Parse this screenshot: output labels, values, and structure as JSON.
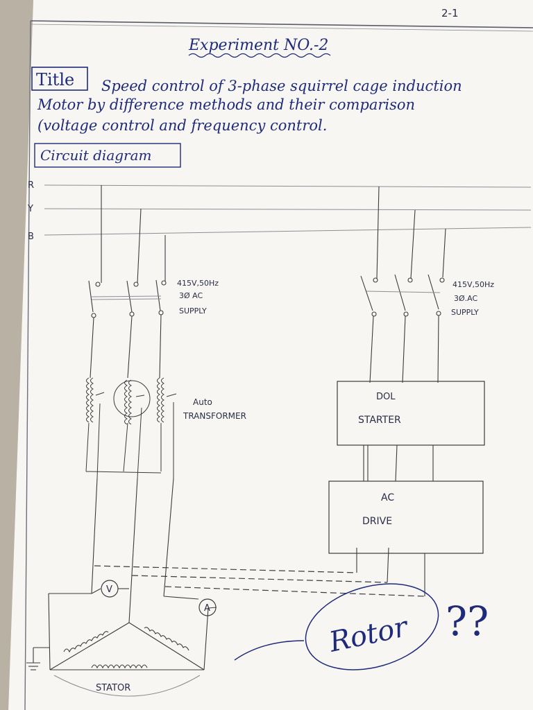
{
  "page_number": "2-1",
  "heading": "Experiment NO.-2",
  "title": {
    "box_label": "Title",
    "line1": "Speed control of 3-phase squirrel cage induction",
    "line2": "Motor by difference methods and their comparison",
    "line3": "(voltage control and frequency control."
  },
  "circuit_heading": "Circuit diagram",
  "lines": {
    "r": "R",
    "y": "Y",
    "b": "B"
  },
  "supply_left": {
    "line1": "415V,50Hz",
    "line2": "3Ø AC",
    "line3": "SUPPLY"
  },
  "supply_right": {
    "line1": "415V,50Hz",
    "line2": "3Ø.AC",
    "line3": "SUPPLY"
  },
  "auto_transformer": {
    "line1": "Auto",
    "line2": "TRANSFORMER"
  },
  "dol_starter": {
    "line1": "DOL",
    "line2": "STARTER"
  },
  "ac_drive": {
    "line1": "AC",
    "line2": "DRIVE"
  },
  "voltmeter": "V",
  "ammeter": "A",
  "stator": "STATOR",
  "rotor": "Rotor",
  "question_marks": "??"
}
